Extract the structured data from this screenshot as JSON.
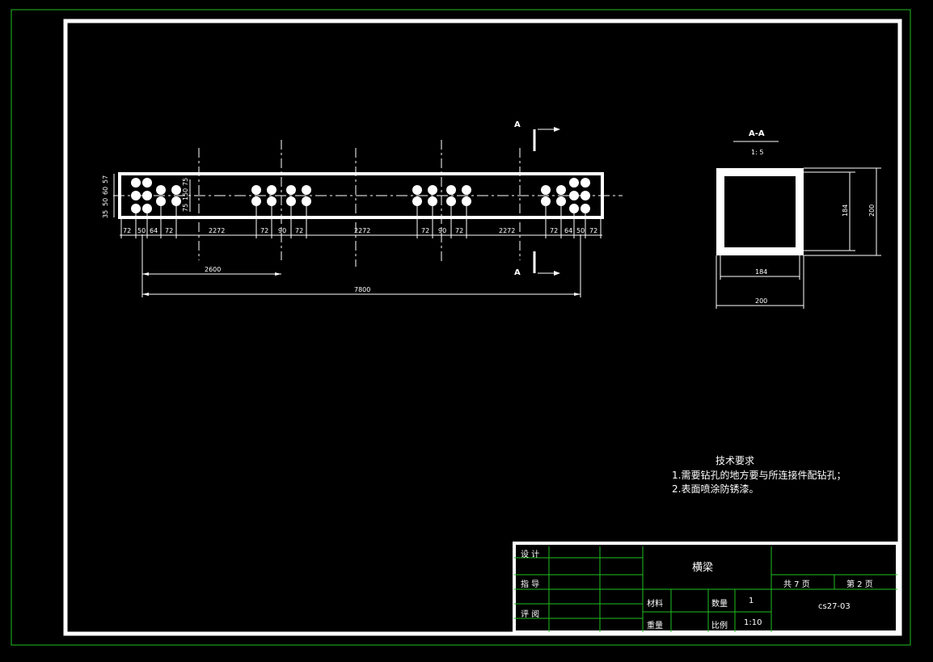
{
  "view_labels": {
    "section_mark": "A",
    "section_title": "A-A",
    "section_scale": "1: 5"
  },
  "dimensions": {
    "front_vertical": [
      "35",
      "50",
      "60",
      "57"
    ],
    "front_inner_vertical": [
      "75",
      "150",
      "75"
    ],
    "front_bottom_left": [
      "72",
      "50",
      "64",
      "72"
    ],
    "front_gap1": "2272",
    "front_mid1": [
      "72",
      "90",
      "72"
    ],
    "front_gap2": "2272",
    "front_mid2": [
      "72",
      "90",
      "72"
    ],
    "front_gap3": "2272",
    "front_bottom_right": [
      "72",
      "64",
      "50",
      "72"
    ],
    "span_half": "2600",
    "span_total": "7800",
    "section_inner_height": "184",
    "section_outer_height": "200",
    "section_inner_width": "184",
    "section_outer_width": "200"
  },
  "technical_requirements": {
    "title": "技术要求",
    "items": [
      "1.需要钻孔的地方要与所连接件配钻孔；",
      "2.表面喷涂防锈漆。"
    ]
  },
  "title_block": {
    "design": "设 计",
    "guide": "指 导",
    "review": "评 阅",
    "part_name": "横梁",
    "total_pages": "共  7 页",
    "page_no": "第  2 页",
    "material_label": "材料",
    "quantity_label": "数量",
    "quantity_value": "1",
    "weight_label": "重量",
    "scale_label": "比例",
    "scale_value": "1:10",
    "drawing_no": "cs27-03"
  },
  "colors": {
    "border_outer": "#1fbf1f",
    "frame": "#ffffff",
    "grid": "#1fbf1f"
  }
}
